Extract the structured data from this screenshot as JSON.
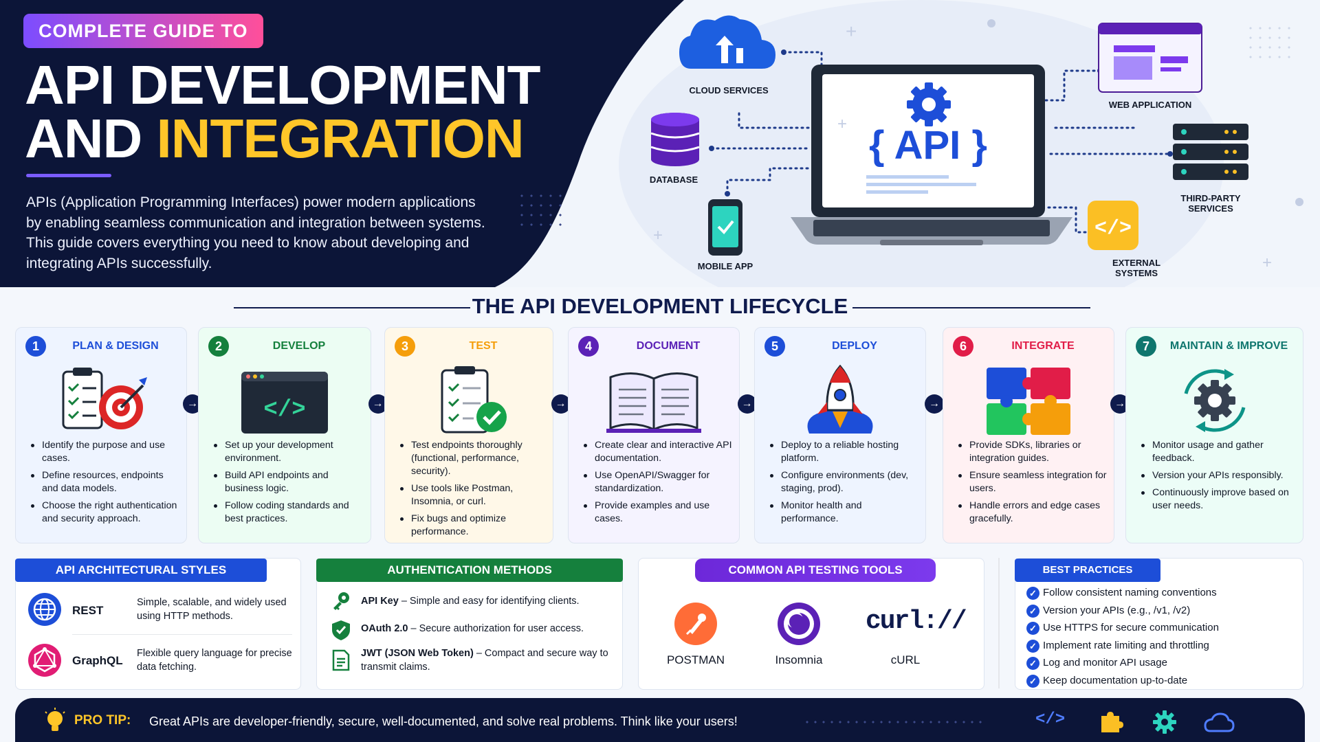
{
  "header": {
    "badge": "COMPLETE GUIDE TO",
    "title_line1": "API DEVELOPMENT",
    "title_line2_prefix": "AND ",
    "title_line2_highlight": "INTEGRATION",
    "intro": "APIs (Application Programming Interfaces) power modern applications by enabling seamless communication and integration between systems. This guide covers everything you need to know about developing and integrating APIs successfully."
  },
  "hero_diagram": {
    "center_label": "{ API }",
    "nodes": {
      "cloud": "CLOUD SERVICES",
      "database": "DATABASE",
      "mobile": "MOBILE APP",
      "web": "WEB APPLICATION",
      "third_party": "THIRD-PARTY SERVICES",
      "external": "EXTERNAL SYSTEMS"
    }
  },
  "lifecycle": {
    "title": "THE API DEVELOPMENT LIFECYCLE",
    "steps": [
      {
        "num": "1",
        "title": "PLAN & DESIGN",
        "color": "#1d4ed8",
        "bullets": [
          "Identify the purpose and use cases.",
          "Define resources, endpoints and data models.",
          "Choose the right authentication and security approach."
        ]
      },
      {
        "num": "2",
        "title": "DEVELOP",
        "color": "#15803d",
        "bullets": [
          "Set up your development environment.",
          "Build API endpoints and business logic.",
          "Follow coding standards and best practices."
        ]
      },
      {
        "num": "3",
        "title": "TEST",
        "color": "#f59e0b",
        "bullets": [
          "Test endpoints thoroughly (functional, performance, security).",
          "Use tools like Postman, Insomnia, or curl.",
          "Fix bugs and optimize performance."
        ]
      },
      {
        "num": "4",
        "title": "DOCUMENT",
        "color": "#5b21b6",
        "bullets": [
          "Create clear and interactive API documentation.",
          "Use OpenAPI/Swagger for standardization.",
          "Provide examples and use cases."
        ]
      },
      {
        "num": "5",
        "title": "DEPLOY",
        "color": "#1d4ed8",
        "bullets": [
          "Deploy to a reliable hosting platform.",
          "Configure environments (dev, staging, prod).",
          "Monitor health and performance."
        ]
      },
      {
        "num": "6",
        "title": "INTEGRATE",
        "color": "#e11d48",
        "bullets": [
          "Provide SDKs, libraries or integration guides.",
          "Ensure seamless integration for users.",
          "Handle errors and edge cases gracefully."
        ]
      },
      {
        "num": "7",
        "title": "MAINTAIN & IMPROVE",
        "color": "#0f766e",
        "bullets": [
          "Monitor usage and gather feedback.",
          "Version your APIs responsibly.",
          "Continuously improve based on user needs."
        ]
      }
    ]
  },
  "arch_styles": {
    "title": "API ARCHITECTURAL STYLES",
    "items": [
      {
        "name": "REST",
        "desc": "Simple, scalable, and widely used using HTTP methods."
      },
      {
        "name": "GraphQL",
        "desc": "Flexible query language for precise data fetching."
      }
    ]
  },
  "auth_methods": {
    "title": "AUTHENTICATION METHODS",
    "items": [
      {
        "name": "API Key",
        "desc": " – Simple and easy for identifying clients."
      },
      {
        "name": "OAuth 2.0",
        "desc": " – Secure authorization for user access."
      },
      {
        "name": "JWT (JSON Web Token)",
        "desc": " – Compact and secure way to transmit claims."
      }
    ]
  },
  "testing_tools": {
    "title": "COMMON API TESTING TOOLS",
    "tools": [
      "POSTMAN",
      "Insomnia",
      "cURL"
    ],
    "curl_logo": "curl://"
  },
  "best_practices": {
    "title": "BEST PRACTICES",
    "items": [
      "Follow consistent naming conventions",
      "Version your APIs (e.g., /v1, /v2)",
      "Use HTTPS for secure communication",
      "Implement rate limiting and throttling",
      "Log and monitor API usage",
      "Keep documentation up-to-date"
    ]
  },
  "footer": {
    "label": "PRO TIP:",
    "text": "Great APIs are developer-friendly, secure, well-documented, and solve real problems. Think like your users!",
    "icons": [
      "code-icon",
      "puzzle-icon",
      "gear-icon",
      "cloud-icon"
    ]
  },
  "colors": {
    "navy": "#0c1538",
    "accent_yellow": "#ffc629",
    "purple": "#7c4dff",
    "blue": "#1d4ed8",
    "green": "#15803d"
  }
}
